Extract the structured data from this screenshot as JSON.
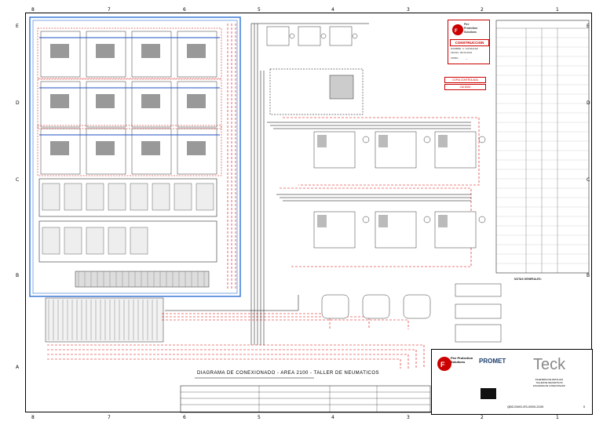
{
  "sheet": {
    "zones_top": [
      "8",
      "7",
      "6",
      "5",
      "4",
      "3",
      "2",
      "1"
    ],
    "zones_side": [
      "E",
      "D",
      "C",
      "B",
      "A"
    ]
  },
  "fps_stamp": {
    "company_line1": "Fire",
    "company_line2": "Protection",
    "company_line3": "Solutions",
    "status": "CONSTRUCCION",
    "nombre": "NOMBRE: C. GONZALEZ",
    "fecha": "FECHA: 09-09-2024",
    "firma": "FIRMA:"
  },
  "copy_controlled": {
    "line1": "COPIA CONTROLADA",
    "line2": "CALIDAD"
  },
  "diagram_title": "DIAGRAMA DE CONEXIONADO - AREA 2100 - TALLER DE NEUMATICOS",
  "title_block": {
    "fps_name": "Fire Protection Solutions",
    "promet": "PROMET",
    "client": "Teck",
    "project_lines": [
      "INGENIERIA DE DETALLES",
      "TALLER DE NEUMATICOS",
      "DIAGRAMA DE CONEXIONADO"
    ],
    "doc_number": "QB2-DWG-ES-0000-2100",
    "rev": "0"
  },
  "notes": {
    "title": "NOTAS GENERALES:"
  }
}
